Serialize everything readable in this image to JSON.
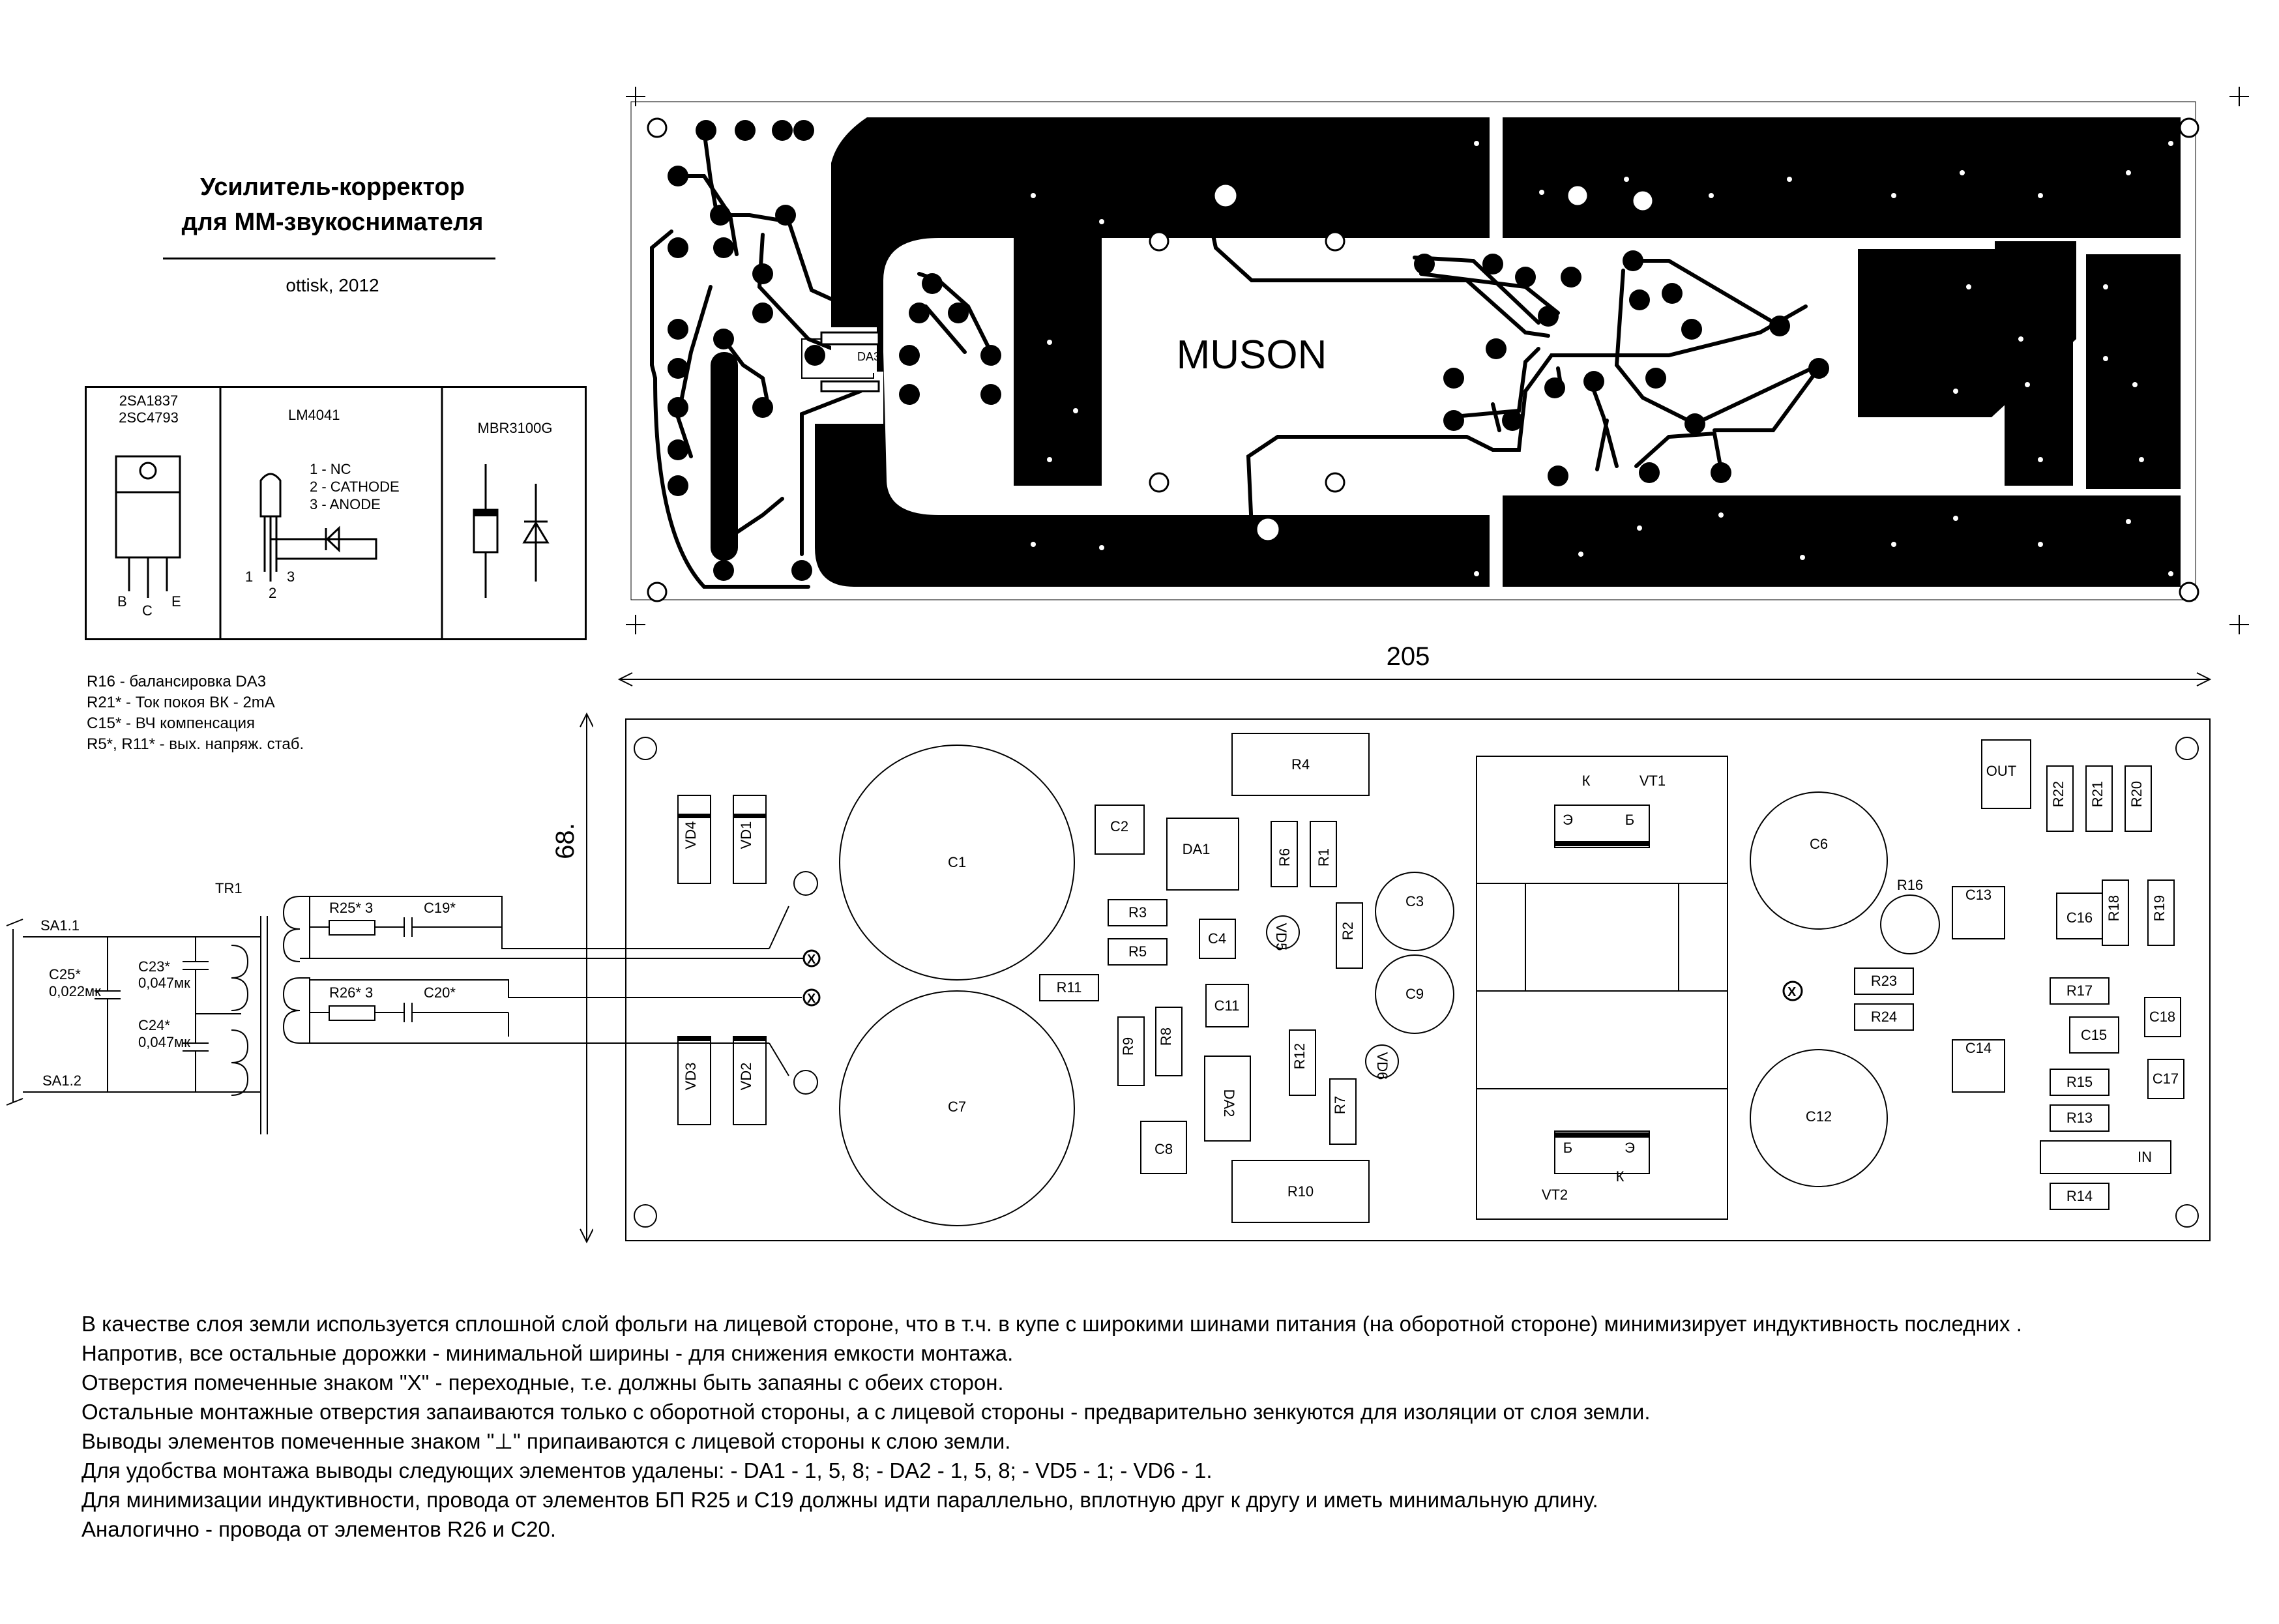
{
  "header": {
    "title_line1": "Усилитель-корректор",
    "title_line2": "для ММ-звукоснимателя",
    "author": "ottisk, 2012"
  },
  "legend": {
    "transistor": {
      "line1": "2SA1837",
      "line2": "2SC4793",
      "pins": [
        "B",
        "C",
        "E"
      ]
    },
    "reference": {
      "name": "LM4041",
      "pin1": "1 - NC",
      "pin2": "2 - CATHODE",
      "pin3": "3 - ANODE",
      "pin_nums": [
        "1",
        "2",
        "3"
      ]
    },
    "diode": {
      "name": "MBR3100G"
    }
  },
  "notes": [
    "R16 - балансировка DA3",
    "R21* - Ток покоя ВК - 2mA",
    "C15* - ВЧ компенсация",
    "R5*, R11* - вых. напряж. стаб."
  ],
  "pcb_copper": {
    "label": "MUSON",
    "ic_label": "DA3"
  },
  "dimensions": {
    "width": "205",
    "height": "68."
  },
  "input_circuit": {
    "labels": [
      "SA1.1",
      "SA1.2",
      "TR1",
      "C25*",
      "0,022мк",
      "C23*",
      "0,047мк",
      "C24*",
      "0,047мк",
      "R25* 3",
      "C19*",
      "R26* 3",
      "C20*"
    ]
  },
  "silkscreen": {
    "components": [
      "VD4",
      "VD1",
      "VD3",
      "VD2",
      "C1",
      "C7",
      "R4",
      "C2",
      "DA1",
      "R6",
      "R1",
      "R3",
      "R5",
      "C4",
      "VD5",
      "R2",
      "C3",
      "C9",
      "R11",
      "C11",
      "R9",
      "R8",
      "DA2",
      "R12",
      "R7",
      "VD6",
      "C8",
      "R10",
      "VT1",
      "VT2",
      "C6",
      "C12",
      "R16",
      "C13",
      "C16",
      "R18",
      "R19",
      "R22",
      "R21",
      "R20",
      "OUT",
      "R23",
      "R24",
      "R17",
      "C18",
      "C15",
      "C14",
      "R15",
      "C17",
      "R13",
      "IN",
      "R14"
    ],
    "pins": [
      "К",
      "Э",
      "Б",
      "Б",
      "Э",
      "К"
    ]
  },
  "description": [
    "В качестве слоя земли используется сплошной слой фольги на лицевой стороне, что в т.ч. в купе с широкими шинами питания (на оборотной стороне) минимизирует индуктивность последних .",
    "Напротив, все остальные дорожки - минимальной ширины - для снижения емкости монтажа.",
    "Отверстия помеченные знаком \"X\" - переходные, т.е. должны быть запаяны с обеих сторон.",
    "Остальные монтажные отверстия запаиваются только с оборотной стороны, а с лицевой стороны - предварительно зенкуются для изоляции от слоя земли.",
    "Выводы элементов помеченные знаком \"⊥\" припаиваются с лицевой стороны к слою земли.",
    "Для удобства монтажа выводы следующих элементов удалены: - DA1 - 1, 5, 8; - DA2 - 1, 5, 8; - VD5 - 1; - VD6 - 1.",
    "Для минимизации индуктивности, провода от элементов БП R25 и С19 должны идти параллельно, вплотную друг к другу и иметь минимальную длину.",
    "Аналогично - провода от элементов R26 и С20."
  ]
}
